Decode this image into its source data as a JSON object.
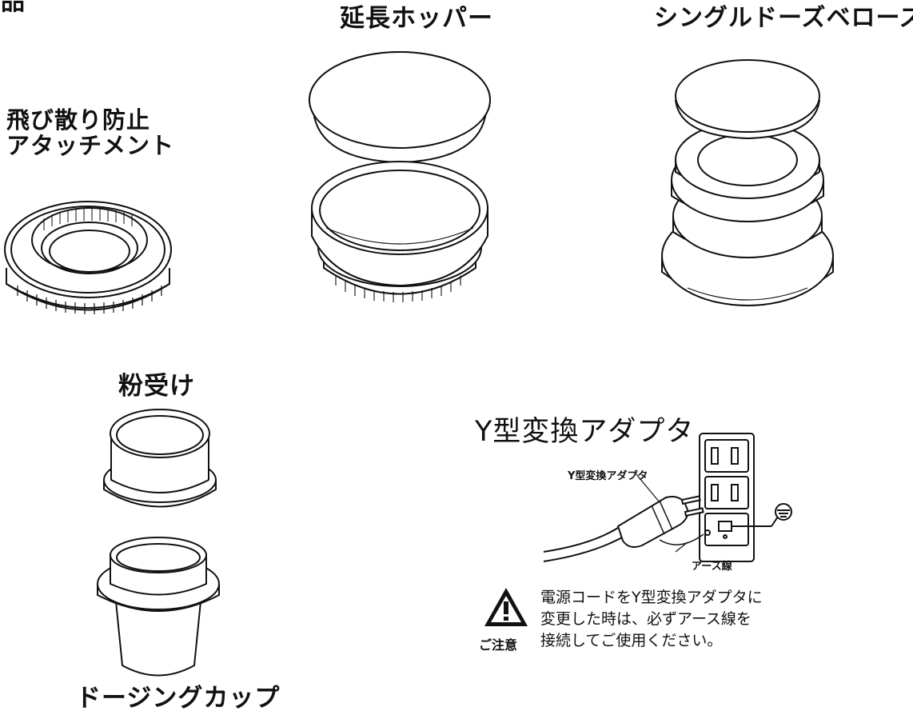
{
  "header": {
    "partial_title": "属品"
  },
  "parts": {
    "splash_guard": {
      "line1": "飛び散り防止",
      "line2": "アタッチメント"
    },
    "extension_hopper": {
      "label": "延長ホッパー"
    },
    "single_dose_bellows": {
      "label": "シングルドーズベローズ"
    },
    "powder_receiver": {
      "label": "粉受け"
    },
    "dosing_cup": {
      "label": "ドージングカップ"
    }
  },
  "adapter": {
    "title": "Y型変換アダプタ",
    "diagram_adapter_label": "Y型変換アダプタ",
    "diagram_earth_label": "アース線",
    "ground_symbol": "⏚"
  },
  "caution": {
    "label": "ご注意",
    "icon": "warning-triangle-icon",
    "line1": "電源コードをY型変換アダプタに",
    "line2": "変更した時は、必ずアース線を",
    "line3": "接続してご使用ください。"
  }
}
